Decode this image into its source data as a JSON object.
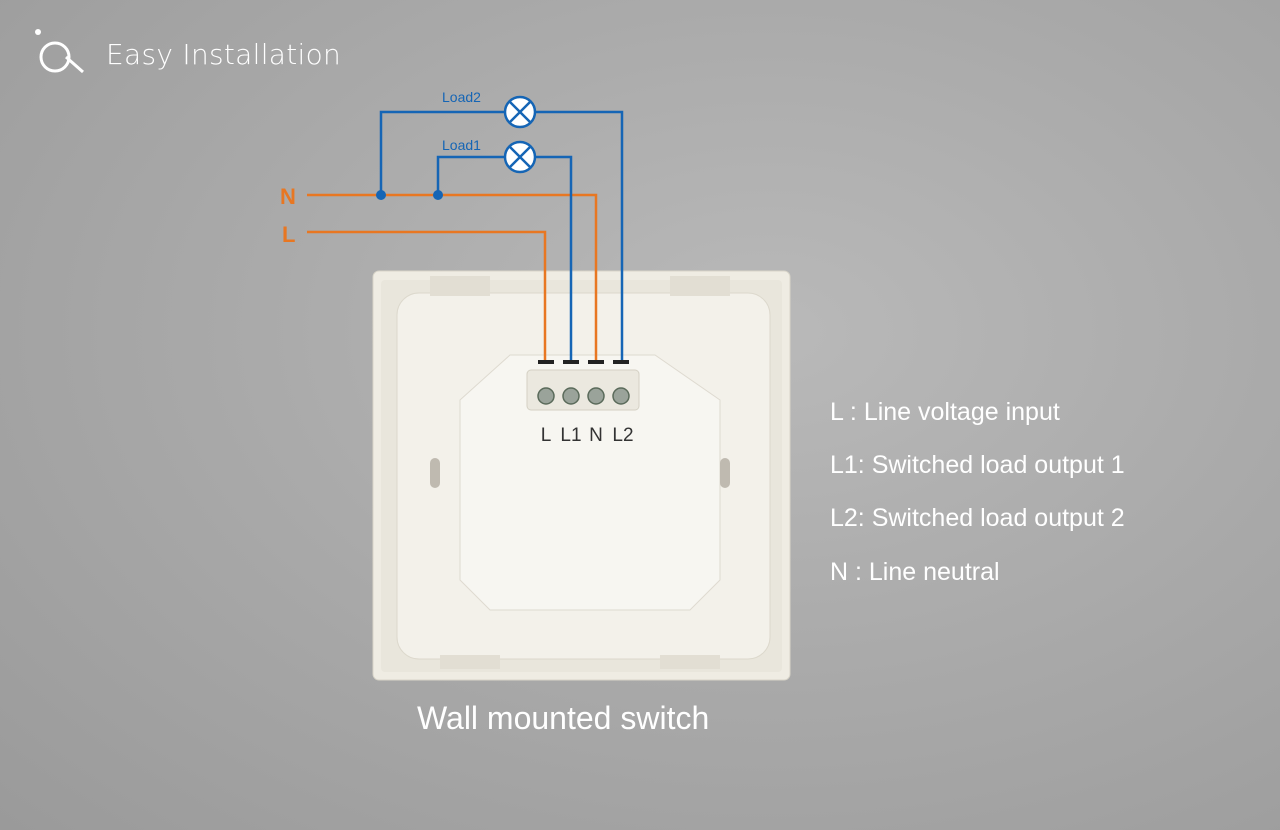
{
  "header": {
    "title": "Easy Installation",
    "logo_icon": "installation-logo-icon"
  },
  "wiring": {
    "load2_label": "Load2",
    "load1_label": "Load1",
    "n_label": "N",
    "l_label": "L",
    "line_color": "#e87722",
    "load_color": "#1565b5"
  },
  "terminals": [
    "L",
    "L1",
    "N",
    "L2"
  ],
  "legend": [
    "L  : Line voltage input",
    "L1: Switched load output 1",
    "L2: Switched load output 2",
    "N : Line neutral"
  ],
  "caption": "Wall mounted switch"
}
